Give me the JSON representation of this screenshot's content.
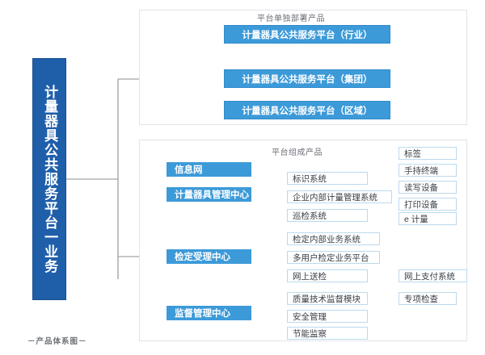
{
  "diagram": {
    "caption": "－产品体系图－",
    "colors": {
      "primary_dark_blue": "#1f5faa",
      "accent_blue": "#3c9ad9",
      "panel_border": "#e2e4e8",
      "node_border": "#bcd9ee",
      "connector": "#7a7f86"
    },
    "root": {
      "label": "计量器具公共服务平台一业务"
    },
    "panels": [
      {
        "id": "standalone",
        "title": "平台单独部署产品"
      },
      {
        "id": "composition",
        "title": "平台组成产品"
      }
    ],
    "standalone_products": [
      {
        "label": "计量器具公共服务平台（行业）"
      },
      {
        "label": "计量器具公共服务平台（集团）"
      },
      {
        "label": "计量器具公共服务平台（区域）"
      }
    ],
    "centers": [
      {
        "label": "信息网"
      },
      {
        "label": "计量器具管理中心"
      },
      {
        "label": "检定受理中心"
      },
      {
        "label": "监督管理中心"
      }
    ],
    "modules": {
      "metering_center": [
        {
          "label": "标识系统"
        },
        {
          "label": "企业内部计量管理系统"
        },
        {
          "label": "巡检系统"
        }
      ],
      "verification_center": [
        {
          "label": "检定内部业务系统"
        },
        {
          "label": "多用户检定业务平台"
        },
        {
          "label": "网上送检"
        }
      ],
      "supervision_center": [
        {
          "label": "质量技术监督模块"
        },
        {
          "label": "安全管理"
        },
        {
          "label": "节能监察"
        }
      ]
    },
    "devices": [
      {
        "label": "标签"
      },
      {
        "label": "手持终端"
      },
      {
        "label": "读写设备"
      },
      {
        "label": "打印设备"
      }
    ],
    "leaf_nodes": [
      {
        "label": "e 计量"
      },
      {
        "label": "网上支付系统"
      },
      {
        "label": "专项检查"
      }
    ]
  }
}
